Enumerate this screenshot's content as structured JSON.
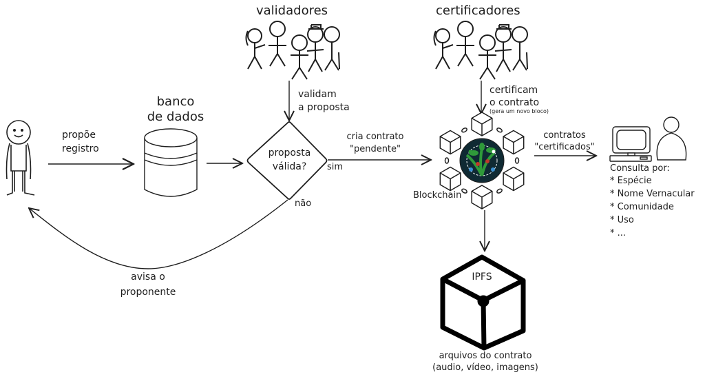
{
  "diagram": {
    "nodes": {
      "proponent": {
        "icon": "person-icon"
      },
      "database": {
        "title_line1": "banco",
        "title_line2": "de dados",
        "icon": "database-cylinder-icon"
      },
      "validators": {
        "title": "validadores",
        "icon": "stick-figures-group-icon"
      },
      "decision": {
        "line1": "proposta",
        "line2": "válida?"
      },
      "certifiers": {
        "title": "certificadores",
        "icon": "stick-figures-group-icon"
      },
      "blockchain": {
        "label": "Blockchain",
        "icon": "blockchain-ring-icon"
      },
      "consumer": {
        "icon": "computer-user-icon",
        "query_title": "Consulta por:",
        "query_items": [
          "* Espécie",
          "* Nome Vernacular",
          "* Comunidade",
          "* Uso",
          "* ..."
        ]
      },
      "ipfs": {
        "label": "IPFS",
        "caption_line1": "arquivos do contrato",
        "caption_line2": "(audio, vídeo, imagens)",
        "icon": "ipfs-cube-icon"
      }
    },
    "edges": {
      "propose": {
        "line1": "propõe",
        "line2": "registro"
      },
      "validate": {
        "line1": "validam",
        "line2": "a proposta"
      },
      "yes": {
        "label": "sim"
      },
      "no": {
        "label": "não"
      },
      "create_contract": {
        "line1": "cria contrato",
        "line2": "\"pendente\""
      },
      "certify": {
        "line1": "certificam",
        "line2": "o contrato",
        "note": "(gera um novo bloco)"
      },
      "certified": {
        "line1": "contratos",
        "line2": "\"certificados\""
      },
      "notify": {
        "line1": "avisa o",
        "line2": "proponente"
      }
    },
    "colors": {
      "stroke": "#1e1e1e",
      "background": "#ffffff",
      "blockchain_disc": "#0f2a33",
      "leaf_green": "#2f9a3a",
      "flower_red": "#c0392b",
      "node_blue": "#3a8fd0"
    }
  }
}
